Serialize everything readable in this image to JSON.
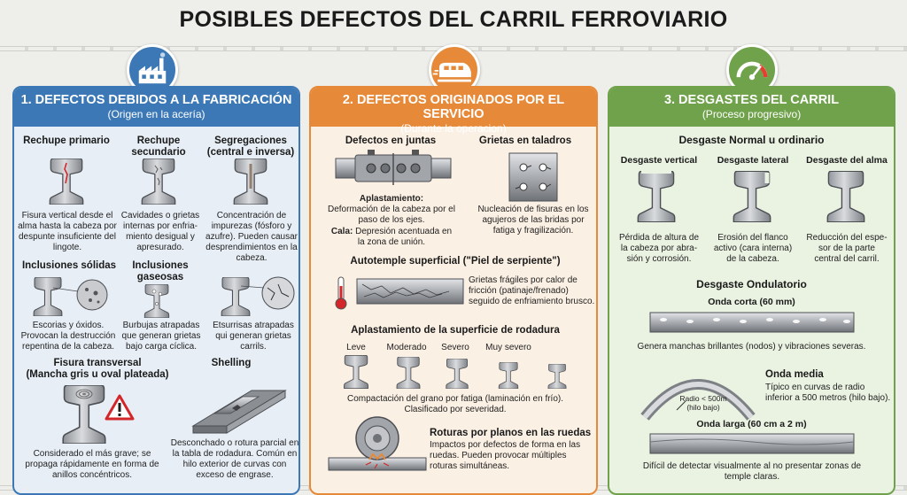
{
  "title": "POSIBLES DEFECTOS DEL CARRIL FERROVIARIO",
  "colors": {
    "blue": "#3b78b5",
    "orange": "#e68a3a",
    "green": "#6fa24a"
  },
  "icons": {
    "p1": "factory-icon",
    "p2": "train-icon",
    "p3": "gauge-icon"
  },
  "p1": {
    "title": "1. DEFECTOS DEBIDOS A LA FABRICACIÓN",
    "subtitle": "(Origen en la acería)",
    "rechupe_primario": {
      "label": "Rechupe primario",
      "desc": "Fisura vertical desde el alma hasta la cabeza por despunte insuficiente del lingote."
    },
    "rechupe_secundario": {
      "label1": "Rechupe",
      "label2": "secundario",
      "desc": "Cavidades o grietas internas por enfria- miento desigual y apresurado."
    },
    "segregaciones": {
      "label1": "Segregaciones",
      "label2": "(central e inversa)",
      "desc": "Concentración de impurezas (fósforo y azufre). Pueden causar desprendimientos en la cabeza."
    },
    "inclusiones_solidas": {
      "label": "Inclusiones sólidas",
      "desc": "Escorias y óxidos. Provocan la destrucción repentina de la cabeza."
    },
    "inclusiones_gaseosas": {
      "label1": "Inclusiones",
      "label2": "gaseosas",
      "desc": "Burbujas atrapadas que generan grietas bajo carga cíclica."
    },
    "etsurrisas": {
      "desc": "Etsurrisas atrapadas qui generan grietas carrils."
    },
    "fisura_transversal": {
      "label1": "Fisura transversal",
      "label2": "(Mancha gris u oval plateada)",
      "desc": "Considerado el más grave; se propaga rápidamente en forma de anillos concéntricos."
    },
    "shelling": {
      "label": "Shelling",
      "desc": "Desconchado o rotura parcial en la tabla de rodadura. Común en hilo exterior de curvas con exceso de engrase."
    }
  },
  "p2": {
    "title": "2. DEFECTOS ORIGINADOS POR EL SERVICIO",
    "subtitle": "(Durante la operacion)",
    "juntas": {
      "label": "Defectos en juntas",
      "aplast_label": "Aplastamiento:",
      "aplast_desc": "Deformación de la cabeza por el paso de los ejes.",
      "cala_label": "Cala:",
      "cala_desc": "Depresión acentuada en la zona de unión."
    },
    "taladros": {
      "label": "Grietas en taladros",
      "desc": "Nucleación de fisuras en los agujeros de las bridas por fatiga y fragilización."
    },
    "autotemple": {
      "label": "Autotemple superficial (\"Piel de serpiente\")",
      "desc": "Grietas frágiles por calor de fricción (patinaje/frenado) seguido de enfriamiento brusco."
    },
    "aplastamiento": {
      "label": "Aplastamiento de la superficie de rodadura",
      "levels": [
        "Leve",
        "Moderado",
        "Severo",
        "Muy severo"
      ],
      "desc": "Compactación del grano por fatiga (laminación en frío). Clasificado por severidad."
    },
    "roturas": {
      "label": "Roturas por planos en las ruedas",
      "desc": "Impactos por defectos de forma en las ruedas. Pueden provocar múltiples roturas simultáneas."
    }
  },
  "p3": {
    "title": "3. DESGASTES DEL CARRIL",
    "subtitle": "(Proceso progresivo)",
    "normal_title": "Desgaste Normal u ordinario",
    "vertical": {
      "label": "Desgaste vertical",
      "desc": "Pérdida de altura de la cabeza por abra- sión y corrosión."
    },
    "lateral": {
      "label": "Desgaste lateral",
      "desc": "Erosión del flanco activo (cara interna) de la cabeza."
    },
    "alma": {
      "label": "Desgaste del alma",
      "desc": "Reducción del espe- sor de la parte central del carril."
    },
    "ondulatorio_title": "Desgaste Ondulatorio",
    "corta": {
      "label": "Onda corta (60 mm)",
      "desc": "Genera manchas brillantes (nodos) y vibraciones severas."
    },
    "media": {
      "label": "Onda media",
      "desc": "Típico en curvas de radio inferior a 500 metros (hilo bajo).",
      "radio1": "Radio < 500m",
      "radio2": "(hilo bajo)"
    },
    "larga": {
      "label": "Onda larga (60 cm a 2 m)",
      "desc": "Difícil de detectar visualmente al no presentar zonas de temple claras."
    }
  }
}
